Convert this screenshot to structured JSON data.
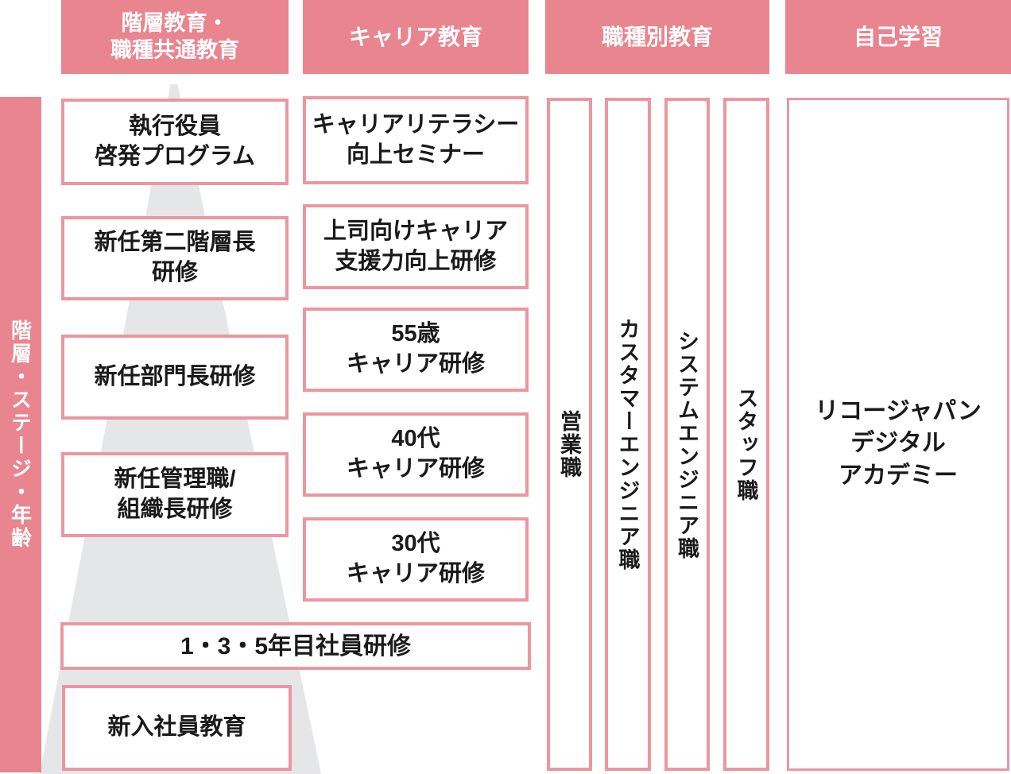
{
  "colors": {
    "pink": "#E8858F",
    "pink-border": "#EC96A0",
    "gray": "#E5E6E7",
    "ink": "#1A1A1A"
  },
  "headers": {
    "hierarchy": "階層教育・\n職種共通教育",
    "career": "キャリア教育",
    "job_specific": "職種別教育",
    "self_learning": "自己学習"
  },
  "axis": {
    "label": "階層・ステージ・年齢"
  },
  "hierarchy_courses": [
    {
      "label": "執行役員\n啓発プログラム"
    },
    {
      "label": "新任第二階層長\n研修"
    },
    {
      "label": "新任部門長研修"
    },
    {
      "label": "新任管理職/\n組織長研修"
    },
    {
      "label": "1・3・5年目社員研修"
    },
    {
      "label": "新入社員教育"
    }
  ],
  "career_courses": [
    {
      "label": "キャリアリテラシー\n向上セミナー"
    },
    {
      "label": "上司向けキャリア\n支援力向上研修"
    },
    {
      "label": "55歳\nキャリア研修"
    },
    {
      "label": "40代\nキャリア研修"
    },
    {
      "label": "30代\nキャリア研修"
    }
  ],
  "job_categories": [
    {
      "label": "営業職"
    },
    {
      "label": "カスタマーエンジニア職"
    },
    {
      "label": "システムエンジニア職"
    },
    {
      "label": "スタッフ職"
    }
  ],
  "self_learning_program": {
    "label": "リコージャパン\nデジタル\nアカデミー"
  }
}
